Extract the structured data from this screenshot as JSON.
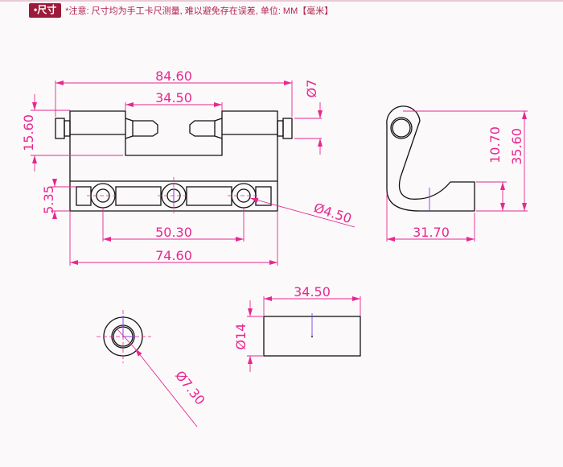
{
  "header": {
    "badge": "•尺寸",
    "note": "*注意: 尺寸均为手工卡尺测量, 难以避免存在误差, 单位: MM【毫米】"
  },
  "front_view": {
    "overall_width": "84.60",
    "knuckle_gap": "34.50",
    "height_upper": "15.60",
    "pin_diameter": "Ø7",
    "plate_thickness": "5.35",
    "hole_diameter": "Ø4.50",
    "hole_spacing": "50.30",
    "plate_width": "74.60"
  },
  "side_view": {
    "foot_height": "10.70",
    "total_height": "35.60",
    "depth": "31.70"
  },
  "bushing_end_view": {
    "diameter": "Ø7.30"
  },
  "bushing_side_view": {
    "length": "34.50",
    "diameter": "Ø14"
  },
  "colors": {
    "dimension": "#e6288f",
    "badge": "#9e1a3c",
    "note": "#b0244c"
  }
}
